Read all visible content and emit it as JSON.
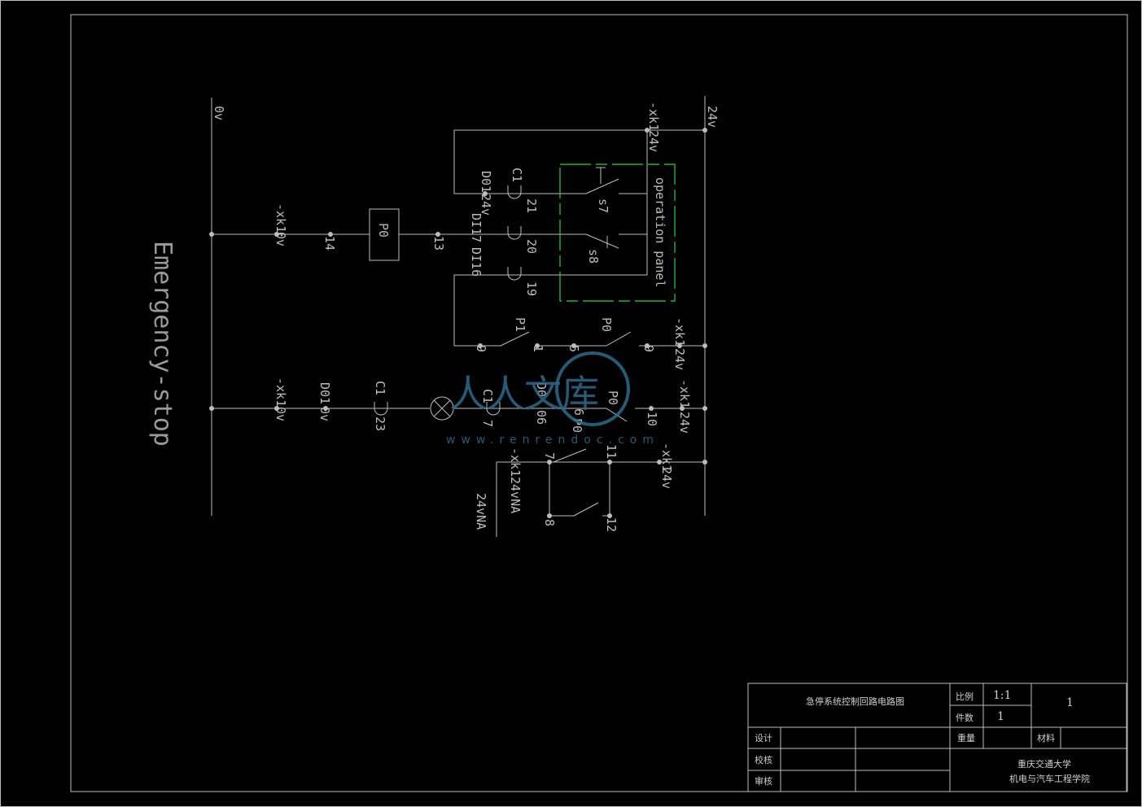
{
  "diagram": {
    "title_vertical": "Emergency-stop",
    "rail_left_label": "0v",
    "rail_right_label": "24v",
    "panel_label": "operation panel",
    "labels": {
      "xk_top": "-xk1",
      "v24_top": "24v",
      "xk0v_1": "-xk1",
      "v0_1": "0v",
      "n14": "14",
      "n13": "13",
      "p0_box": "P0",
      "d01_24v": "D01",
      "v24_d01": "24v",
      "c1_top": "C1",
      "n21": "21",
      "di17": "DI17",
      "n20": "20",
      "di16": "DI16",
      "n19": "19",
      "s7": "s7",
      "s8": "s8",
      "p1": "P1",
      "n1": "1",
      "n9a": "9",
      "p0_sw": "P0",
      "n5": "5",
      "n9b": "9",
      "xk_r1": "-xk1",
      "v24_r1": "24v",
      "xk0v_2": "-xk1",
      "v0_2": "0v",
      "d01_0v": "D01",
      "v0_d01": "0v",
      "c1_23": "C1",
      "n23": "23",
      "c1_7": "C1",
      "n7": "7",
      "d006": "D0",
      "n06": "06",
      "p0_2": "P0",
      "n6": "6",
      "n10": "10",
      "xk_r2": "-xk1",
      "v24_r2": "24v",
      "p0_3": "P0",
      "n7b": "7",
      "xk_na": "-xk1",
      "v24na_1": "24vNA",
      "v24na_2": "24vNA",
      "n8": "8",
      "n11": "11",
      "n12": "12",
      "xk_r3": "-xk1",
      "v24_r3": "24v"
    }
  },
  "title_block": {
    "drawing_name": "急停系统控制回路电路图",
    "scale_label": "比例",
    "scale_value": "1:1",
    "sheet_no": "1",
    "count_label": "件数",
    "count_value": "1",
    "design_label": "设计",
    "weight_label": "重量",
    "material_label": "材料",
    "check_label": "校核",
    "review_label": "审核",
    "school_line1": "重庆交通大学",
    "school_line2": "机电与汽车工程学院"
  },
  "watermark": {
    "text": "人人文库",
    "url": "www.renrendoc.com"
  }
}
